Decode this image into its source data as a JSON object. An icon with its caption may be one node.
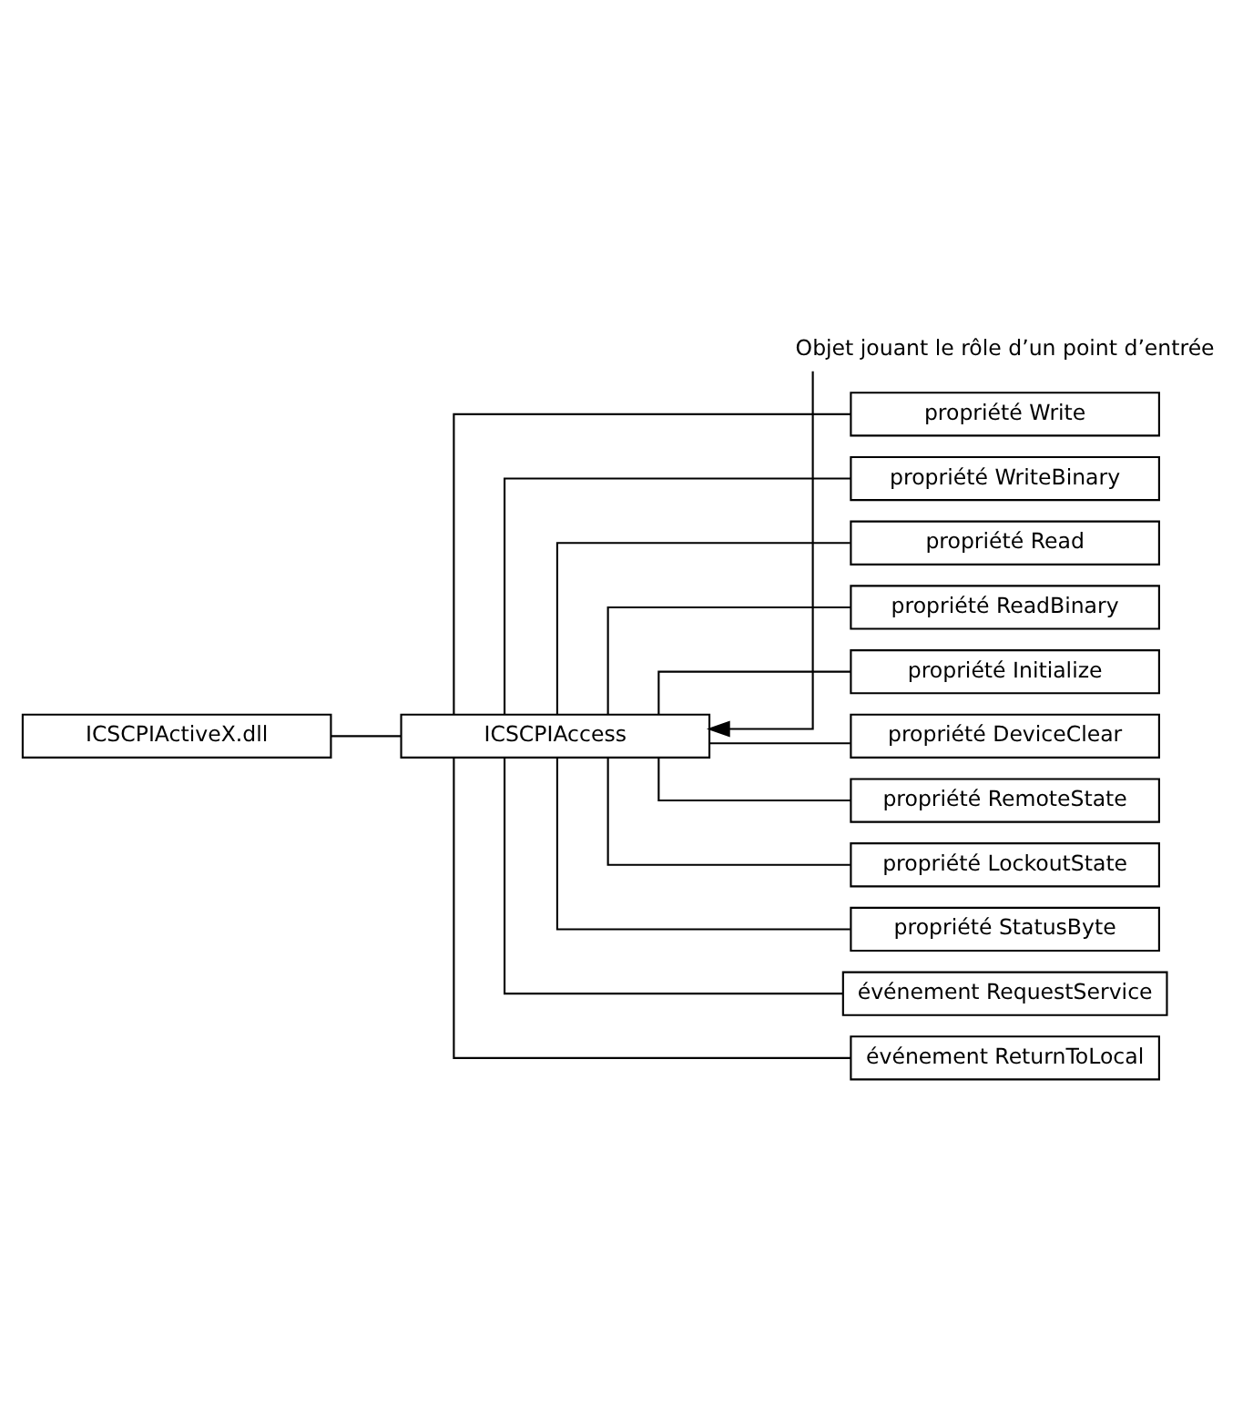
{
  "diagram": {
    "nodes": [
      {
        "text": [
          "ICSCPIActiveX.dll"
        ]
      },
      {
        "text": [
          "ICSCPIAccess"
        ]
      },
      {
        "text": [
          "propriété Write"
        ]
      },
      {
        "text": [
          "propriété WriteBinary"
        ]
      },
      {
        "text": [
          "propriété Read"
        ]
      },
      {
        "text": [
          "propriété ReadBinary"
        ]
      },
      {
        "text": [
          "propriété Initialize"
        ]
      },
      {
        "text": [
          "propriété DeviceClear"
        ]
      },
      {
        "text": [
          "propriété RemoteState"
        ]
      },
      {
        "text": [
          "propriété LockoutState"
        ]
      },
      {
        "text": [
          "propriété StatusByte"
        ]
      },
      {
        "text": [
          "événement RequestService"
        ]
      },
      {
        "text": [
          "événement ReturnToLocal"
        ]
      },
      {
        "text": [
          "Objet jouant le rôle d’un point d’entrée"
        ]
      }
    ],
    "edges": [
      {
        "from": 0,
        "to": 1,
        "arrow": "none"
      },
      {
        "from": 1,
        "to": 2,
        "arrow": "none"
      },
      {
        "from": 1,
        "to": 3,
        "arrow": "none"
      },
      {
        "from": 1,
        "to": 4,
        "arrow": "none"
      },
      {
        "from": 1,
        "to": 5,
        "arrow": "none"
      },
      {
        "from": 1,
        "to": 6,
        "arrow": "none"
      },
      {
        "from": 1,
        "to": 7,
        "arrow": "none"
      },
      {
        "from": 1,
        "to": 8,
        "arrow": "none"
      },
      {
        "from": 1,
        "to": 9,
        "arrow": "none"
      },
      {
        "from": 1,
        "to": 10,
        "arrow": "none"
      },
      {
        "from": 1,
        "to": 11,
        "arrow": "none"
      },
      {
        "from": 1,
        "to": 12,
        "arrow": "none"
      },
      {
        "from": 13,
        "to": 1,
        "arrow": "to"
      }
    ]
  }
}
